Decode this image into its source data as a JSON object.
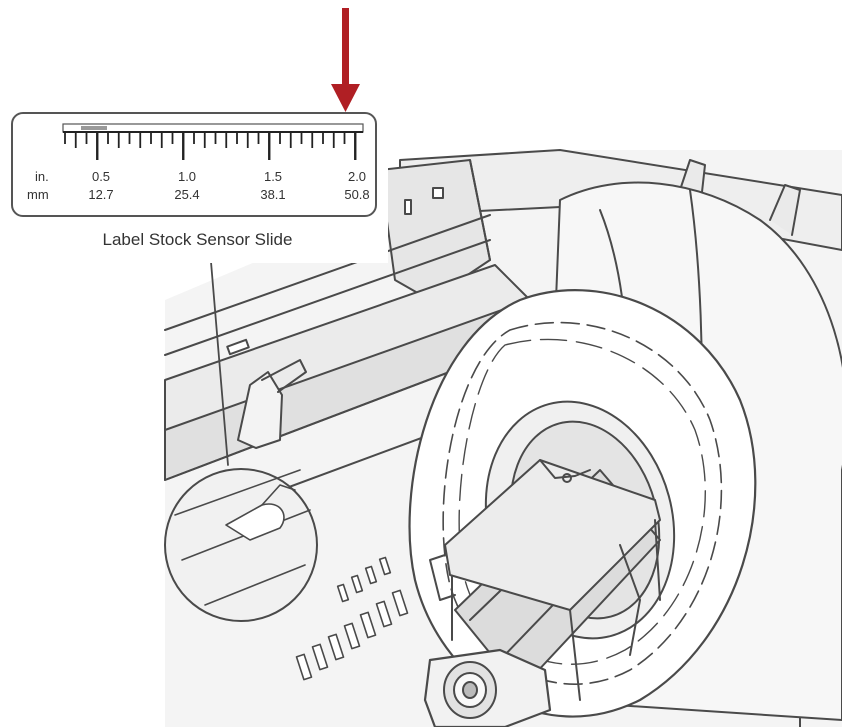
{
  "callout": {
    "unit_in": "in.",
    "unit_mm": "mm",
    "ticks": [
      {
        "in": "0.5",
        "mm": "12.7"
      },
      {
        "in": "1.0",
        "mm": "25.4"
      },
      {
        "in": "1.5",
        "mm": "38.1"
      },
      {
        "in": "2.0",
        "mm": "50.8"
      }
    ],
    "caption": "Label Stock Sensor Slide"
  },
  "colors": {
    "arrow": "#b01f24",
    "line": "#4a4a4a",
    "fill_light": "#f2f2f2",
    "fill_mid": "#e2e2e2",
    "fill_dark": "#c9c9c9"
  }
}
